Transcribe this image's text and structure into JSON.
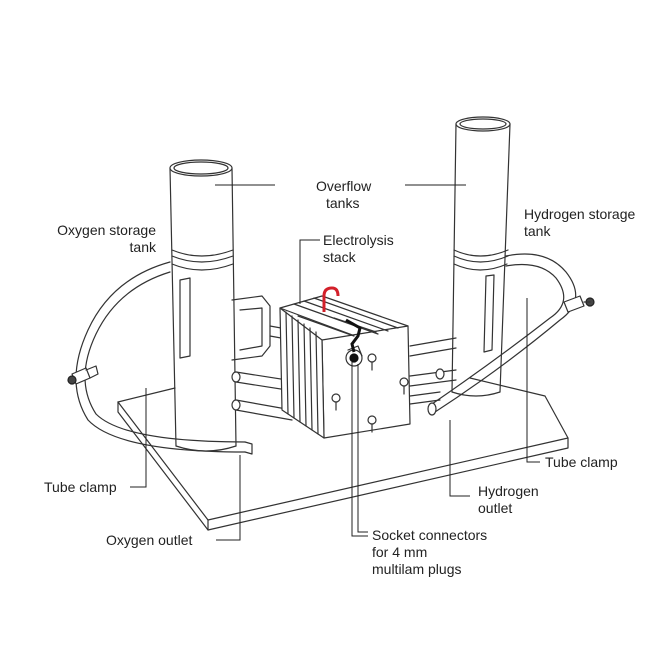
{
  "labels": {
    "overflow_tanks": [
      "Overflow",
      "tanks"
    ],
    "electrolysis_stack": [
      "Electrolysis",
      "stack"
    ],
    "oxygen_storage_tank": [
      "Oxygen storage",
      "tank"
    ],
    "hydrogen_storage_tank": [
      "Hydrogen storage",
      "tank"
    ],
    "tube_clamp_left": "Tube clamp",
    "tube_clamp_right": "Tube clamp",
    "oxygen_outlet": "Oxygen outlet",
    "hydrogen_outlet": [
      "Hydrogen",
      "outlet"
    ],
    "socket_connectors": [
      "Socket connectors",
      "for 4 mm",
      "multilam plugs"
    ]
  },
  "colors": {
    "line": "#333333",
    "red_plug": "#d3202a",
    "black_plug": "#111111"
  }
}
